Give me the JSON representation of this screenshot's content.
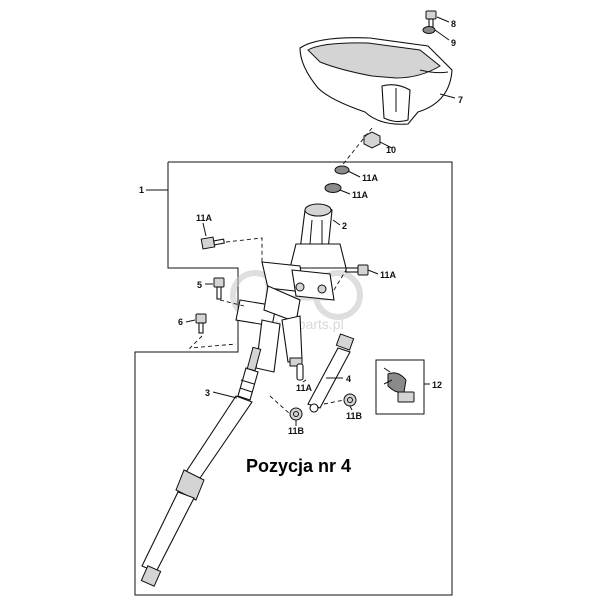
{
  "callouts": {
    "c1": "1",
    "c2": "2",
    "c3": "3",
    "c4": "4",
    "c5": "5",
    "c6": "6",
    "c7": "7",
    "c8": "8",
    "c9": "9",
    "c10": "10",
    "c11a_1": "11A",
    "c11a_2": "11A",
    "c11a_3": "11A",
    "c11a_4": "11A",
    "c11a_5": "11A",
    "c11b_1": "11B",
    "c11b_2": "11B",
    "c12": "12"
  },
  "position_label": "Pozycja nr 4",
  "watermark": "motorparts.pl",
  "colors": {
    "line": "#111111",
    "shade": "#d4d4d4",
    "dark": "#8a8a8a",
    "background": "#ffffff"
  }
}
